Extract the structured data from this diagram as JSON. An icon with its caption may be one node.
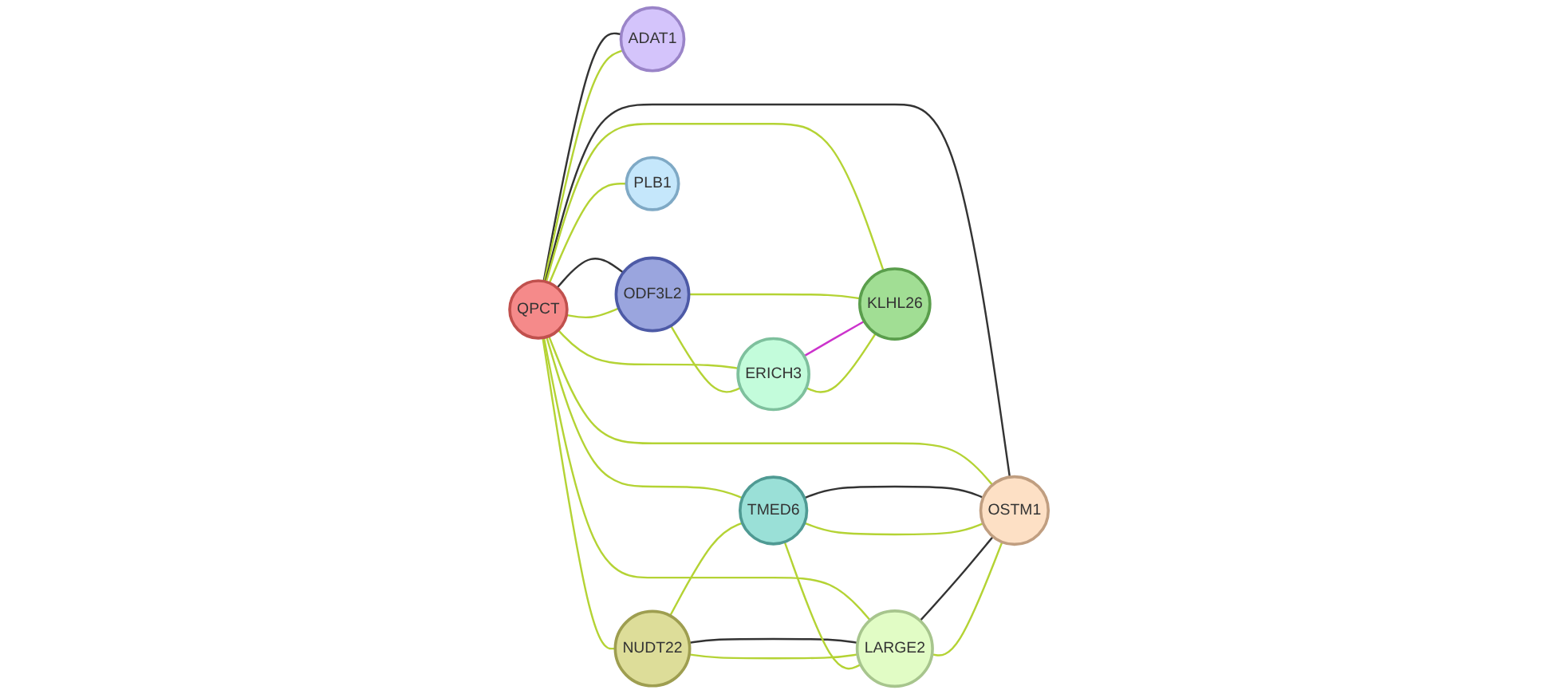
{
  "diagram": {
    "nodes": [
      {
        "text": [
          "ADAT1"
        ]
      },
      {
        "text": [
          "NUDT22"
        ]
      },
      {
        "text": [
          "ODF3L2"
        ]
      },
      {
        "text": [
          "ERICH3"
        ]
      },
      {
        "text": [
          "QPCT"
        ]
      },
      {
        "text": [
          "LARGE2"
        ]
      },
      {
        "text": [
          "TMED6"
        ]
      },
      {
        "text": [
          "KLHL26"
        ]
      },
      {
        "text": [
          "OSTM1"
        ]
      },
      {
        "text": [
          "PLB1"
        ]
      }
    ],
    "edges": [
      {
        "from": 4,
        "to": 0,
        "arrow": "none",
        "color": "#333333"
      },
      {
        "from": 4,
        "to": 0,
        "arrow": "none"
      },
      {
        "from": 4,
        "to": 1,
        "arrow": "none"
      },
      {
        "from": 4,
        "to": 5,
        "arrow": "none"
      },
      {
        "from": 4,
        "to": 6,
        "arrow": "none"
      },
      {
        "from": 4,
        "to": 8,
        "arrow": "none",
        "color": "#333333"
      },
      {
        "from": 4,
        "to": 8,
        "arrow": "none"
      },
      {
        "from": 4,
        "to": 2,
        "arrow": "none",
        "color": "#333333"
      },
      {
        "from": 4,
        "to": 2,
        "arrow": "none"
      },
      {
        "from": 4,
        "to": 3,
        "arrow": "none"
      },
      {
        "from": 4,
        "to": 7,
        "arrow": "none"
      },
      {
        "from": 4,
        "to": 9,
        "arrow": "none"
      },
      {
        "from": 1,
        "to": 6,
        "arrow": "none"
      },
      {
        "from": 1,
        "to": 5,
        "arrow": "none",
        "color": "#333333"
      },
      {
        "from": 1,
        "to": 5,
        "arrow": "none"
      },
      {
        "from": 6,
        "to": 5,
        "arrow": "none"
      },
      {
        "from": 6,
        "to": 8,
        "arrow": "none",
        "color": "#333333"
      },
      {
        "from": 6,
        "to": 8,
        "arrow": "none"
      },
      {
        "from": 5,
        "to": 8,
        "arrow": "none",
        "color": "#333333"
      },
      {
        "from": 5,
        "to": 8,
        "arrow": "none"
      },
      {
        "from": 2,
        "to": 3,
        "arrow": "none"
      },
      {
        "from": 2,
        "to": 7,
        "arrow": "none"
      },
      {
        "from": 3,
        "to": 7,
        "arrow": "none",
        "color": "#cc33cc"
      },
      {
        "from": 3,
        "to": 7,
        "arrow": "none"
      }
    ]
  }
}
